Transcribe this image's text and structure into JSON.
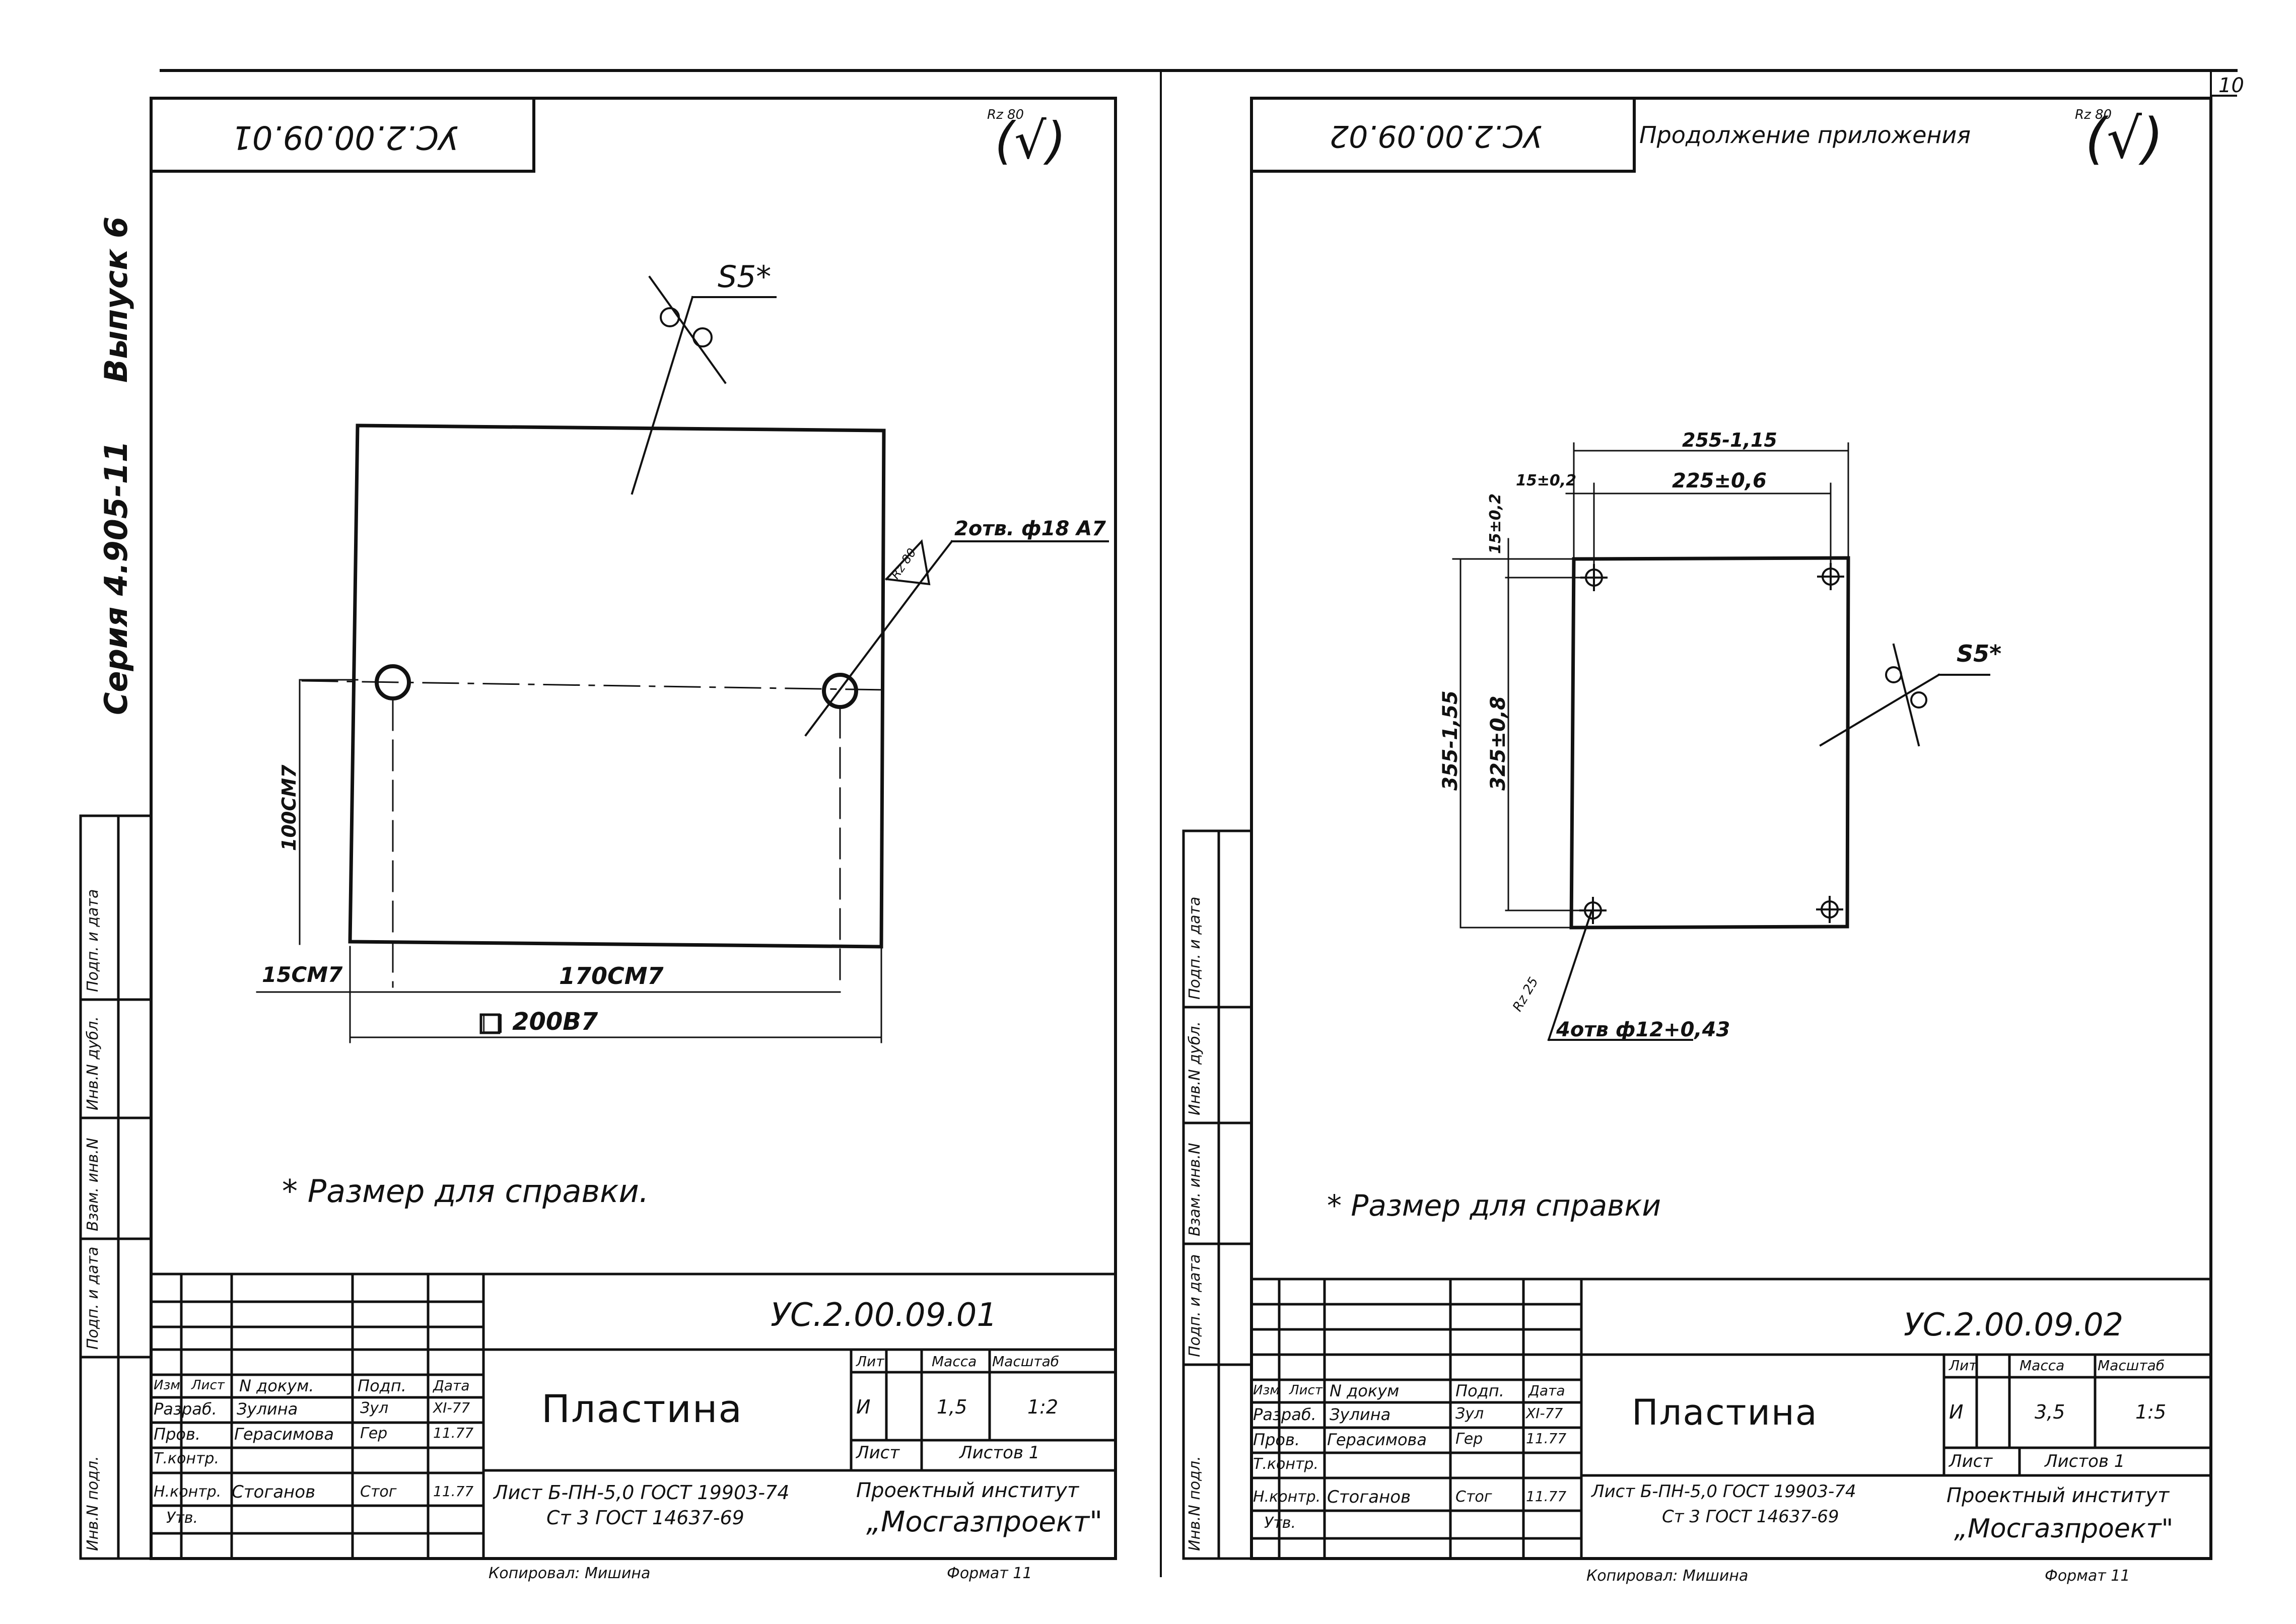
{
  "page_number": "10",
  "series_label": "Серия 4.905-11",
  "issue_label": "Выпуск 6",
  "side_stamp_fields": [
    "Инв.N подл.",
    "Подп. и дата",
    "Взам. инв.N",
    "Инв.N дубл.",
    "Подп. и дата"
  ],
  "sheets": [
    {
      "doc_code": "УС.2.00.09.01",
      "doc_code_mirrored": "УС.2.00.09.01",
      "continuation_note": "",
      "roughness": {
        "value": "Rz 80",
        "bracket": "(√)"
      },
      "dimensions": {
        "thickness": "S5*",
        "holes": "2отв. ф18 А7",
        "edge_roughness": "Rz 80",
        "vertical": "100СМ7",
        "left_offset": "15СМ7",
        "horizontal": "170СМ7",
        "overall": "□ 200В7"
      },
      "footnote": "* Размер для справки.",
      "title_block": {
        "code": "УС.2.00.09.01",
        "name": "Пластина",
        "material_line1": "Лист Б-ПН-5,0 ГОСТ 19903-74",
        "material_line2": "Ст 3 ГОСТ 14637-69",
        "lit_header": "Лит",
        "mass_header": "Масса",
        "scale_header": "Масштаб",
        "lit_value": "И",
        "mass_value": "1,5",
        "scale_value": "1:2",
        "sheet_label": "Лист",
        "sheets_label": "Листов 1",
        "org_line1": "Проектный институт",
        "org_line2": "„Мосгазпроект\"",
        "headers": [
          "Изм",
          "Лист",
          "N докум.",
          "Подп.",
          "Дата"
        ],
        "rows": [
          {
            "role": "Разраб.",
            "name": "Зулина",
            "sign": "Зул",
            "date": "XI-77"
          },
          {
            "role": "Пров.",
            "name": "Герасимова",
            "sign": "Гер",
            "date": "11.77"
          },
          {
            "role": "Т.контр.",
            "name": "",
            "sign": "",
            "date": ""
          },
          {
            "role": "Н.контр.",
            "name": "Стоганов",
            "sign": "Стог",
            "date": "11.77"
          },
          {
            "role": "Утв.",
            "name": "",
            "sign": "",
            "date": ""
          }
        ]
      },
      "copied_by": "Копировал: Мишина",
      "format": "Формат 11"
    },
    {
      "doc_code": "УС.2.00.09.02",
      "doc_code_mirrored": "УС.2.00.09.02",
      "continuation_note": "Продолжение приложения",
      "roughness": {
        "value": "Rz 80",
        "bracket": "(√)"
      },
      "dimensions": {
        "overall_width": "255-1,15",
        "hole_spacing_x": "225±0,6",
        "edge_x": "15±0,2",
        "edge_y": "15±0,2",
        "overall_height": "355-1,55",
        "hole_spacing_y": "325±0,8",
        "thickness": "S5*",
        "edge_roughness": "Rz 25",
        "holes": "4отв ф12+0,43"
      },
      "footnote": "* Размер для справки",
      "title_block": {
        "code": "УС.2.00.09.02",
        "name": "Пластина",
        "material_line1": "Лист Б-ПН-5,0 ГОСТ 19903-74",
        "material_line2": "Ст 3 ГОСТ 14637-69",
        "lit_header": "Лит",
        "mass_header": "Масса",
        "scale_header": "Масштаб",
        "lit_value": "И",
        "mass_value": "3,5",
        "scale_value": "1:5",
        "sheet_label": "Лист",
        "sheets_label": "Листов 1",
        "org_line1": "Проектный институт",
        "org_line2": "„Мосгазпроект\"",
        "headers": [
          "Изм",
          "Лист",
          "N докум",
          "Подп.",
          "Дата"
        ],
        "rows": [
          {
            "role": "Разраб.",
            "name": "Зулина",
            "sign": "Зул",
            "date": "XI-77"
          },
          {
            "role": "Пров.",
            "name": "Герасимова",
            "sign": "Гер",
            "date": "11.77"
          },
          {
            "role": "Т.контр.",
            "name": "",
            "sign": "",
            "date": ""
          },
          {
            "role": "Н.контр.",
            "name": "Стоганов",
            "sign": "Стог",
            "date": "11.77"
          },
          {
            "role": "Утв.",
            "name": "",
            "sign": "",
            "date": ""
          }
        ]
      },
      "copied_by": "Копировал: Мишина",
      "format": "Формат 11"
    }
  ]
}
